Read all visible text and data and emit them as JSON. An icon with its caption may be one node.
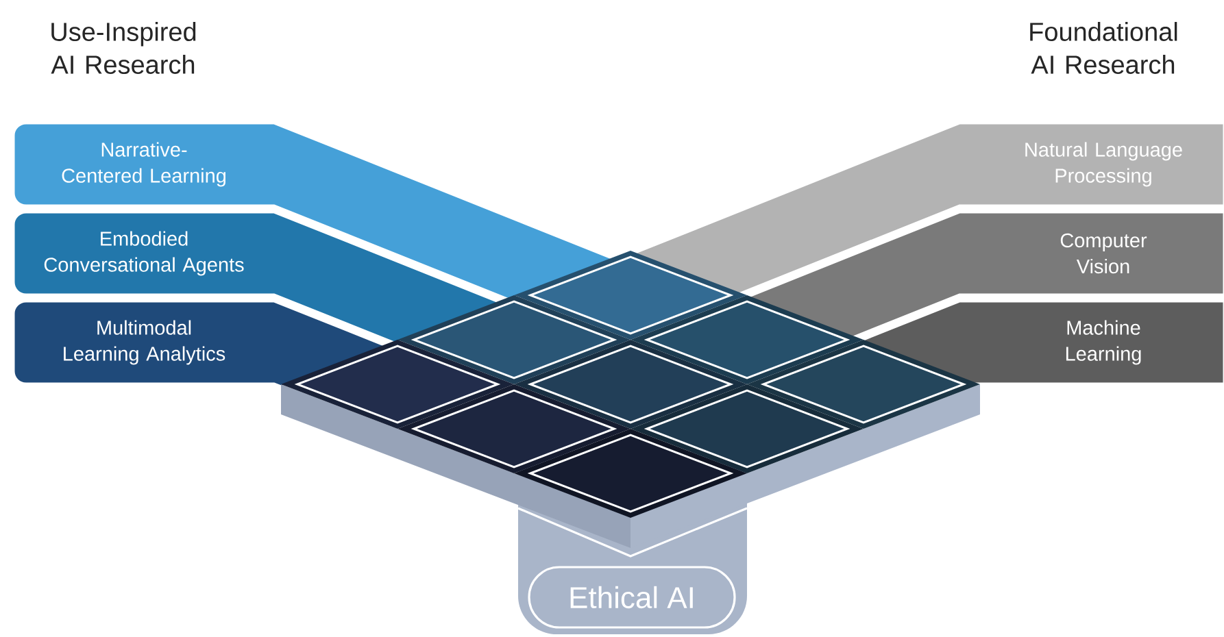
{
  "diagram": {
    "nodes": [
      {
        "text": [
          "Narrative-Centered Learning"
        ]
      },
      {
        "text": [
          "Embodied Conversational Agents"
        ]
      },
      {
        "text": [
          "Multimodal Learning Analytics"
        ]
      },
      {
        "text": [
          "Natural Language Processing"
        ]
      },
      {
        "text": [
          "Computer Vision"
        ]
      },
      {
        "text": [
          "Machine Learning"
        ]
      },
      {
        "text": [
          "Ethical AI"
        ]
      }
    ],
    "labels": [
      "Use-Inspired AI Research",
      "Foundational AI Research"
    ]
  }
}
